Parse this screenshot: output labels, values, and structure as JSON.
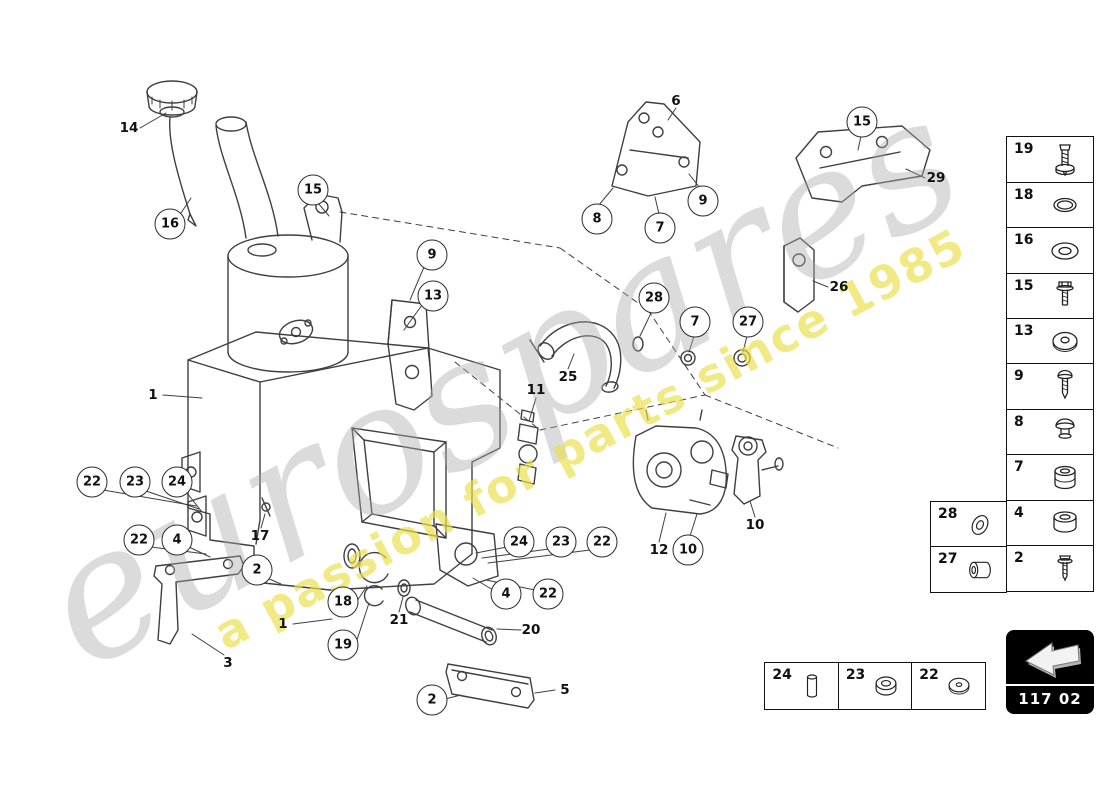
{
  "watermark": {
    "brand": "eurospares",
    "tagline": "a passion for parts since 1985"
  },
  "diagram": {
    "part_code": "117 02",
    "callouts": [
      {
        "label": "14",
        "circled": false
      },
      {
        "label": "16",
        "circled": true
      },
      {
        "label": "15",
        "circled": true
      },
      {
        "label": "9",
        "circled": true
      },
      {
        "label": "13",
        "circled": true
      },
      {
        "label": "1",
        "circled": false
      },
      {
        "label": "22",
        "circled": true
      },
      {
        "label": "23",
        "circled": true
      },
      {
        "label": "24",
        "circled": true
      },
      {
        "label": "22",
        "circled": true
      },
      {
        "label": "4",
        "circled": true
      },
      {
        "label": "17",
        "circled": false
      },
      {
        "label": "2",
        "circled": true
      },
      {
        "label": "18",
        "circled": true
      },
      {
        "label": "1",
        "circled": false
      },
      {
        "label": "19",
        "circled": true
      },
      {
        "label": "21",
        "circled": false
      },
      {
        "label": "3",
        "circled": false
      },
      {
        "label": "20",
        "circled": false
      },
      {
        "label": "2",
        "circled": true
      },
      {
        "label": "5",
        "circled": false
      },
      {
        "label": "4",
        "circled": true
      },
      {
        "label": "22",
        "circled": true
      },
      {
        "label": "24",
        "circled": true
      },
      {
        "label": "23",
        "circled": true
      },
      {
        "label": "22",
        "circled": true
      },
      {
        "label": "11",
        "circled": false
      },
      {
        "label": "25",
        "circled": false
      },
      {
        "label": "8",
        "circled": true
      },
      {
        "label": "7",
        "circled": true
      },
      {
        "label": "6",
        "circled": false
      },
      {
        "label": "9",
        "circled": true
      },
      {
        "label": "28",
        "circled": true
      },
      {
        "label": "7",
        "circled": true
      },
      {
        "label": "27",
        "circled": true
      },
      {
        "label": "15",
        "circled": true
      },
      {
        "label": "29",
        "circled": false
      },
      {
        "label": "26",
        "circled": false
      },
      {
        "label": "12",
        "circled": false
      },
      {
        "label": "10",
        "circled": true
      },
      {
        "label": "10",
        "circled": false
      }
    ]
  },
  "legend": {
    "right_column": [
      {
        "number": "19",
        "icon": "screw-with-washer"
      },
      {
        "number": "18",
        "icon": "o-ring"
      },
      {
        "number": "16",
        "icon": "large-washer"
      },
      {
        "number": "15",
        "icon": "flange-bolt"
      },
      {
        "number": "13",
        "icon": "flat-washer"
      },
      {
        "number": "9",
        "icon": "pan-head-screw"
      },
      {
        "number": "8",
        "icon": "push-plug"
      },
      {
        "number": "7",
        "icon": "grommet"
      },
      {
        "number": "4",
        "icon": "spacer"
      },
      {
        "number": "2",
        "icon": "small-screw"
      }
    ],
    "side_column": [
      {
        "number": "28",
        "icon": "angled-washer"
      },
      {
        "number": "27",
        "icon": "bushing"
      }
    ],
    "bottom_row": [
      {
        "number": "24",
        "icon": "pin"
      },
      {
        "number": "23",
        "icon": "ring-nut"
      },
      {
        "number": "22",
        "icon": "washer"
      }
    ]
  },
  "colors": {
    "line": "#3f3f3f",
    "watermark_gray": "#aaaaaa",
    "watermark_yellow": "#e9de49",
    "badge_bg": "#000000"
  }
}
